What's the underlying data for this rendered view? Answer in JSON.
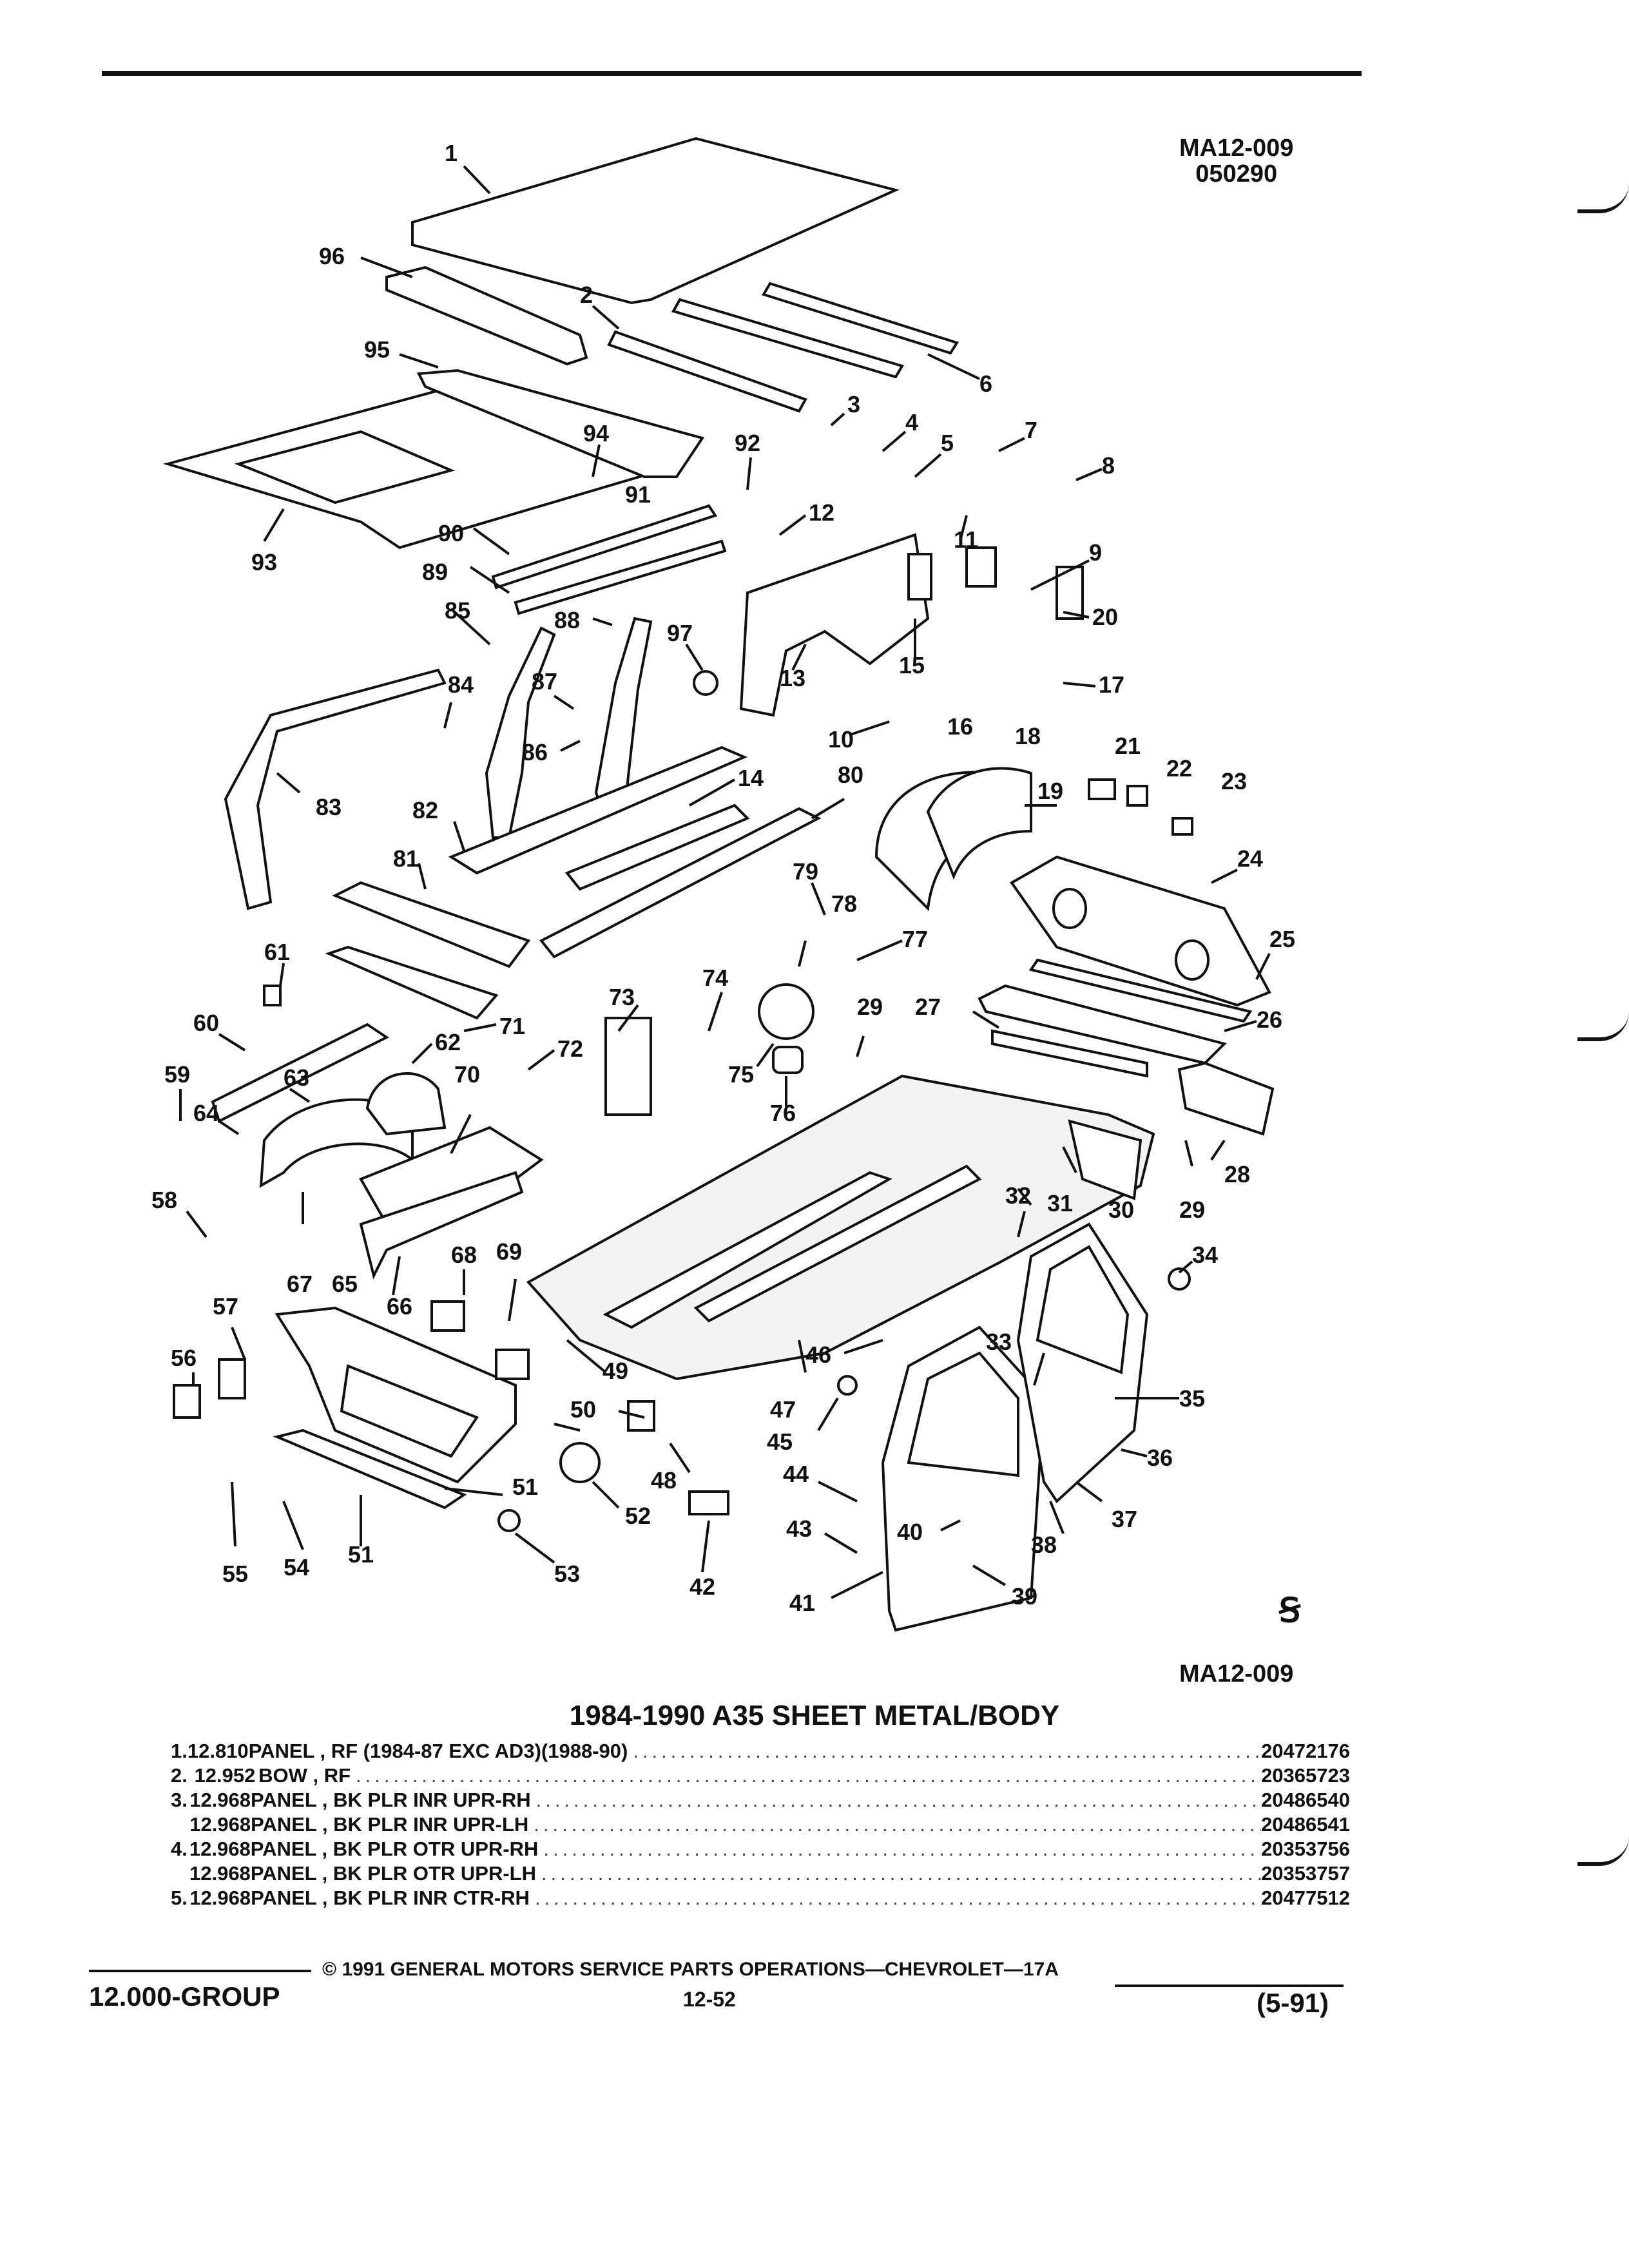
{
  "header": {
    "code": "MA12-009",
    "date": "050290"
  },
  "diagram": {
    "footer_code": "MA12-009",
    "callouts": [
      "1",
      "2",
      "3",
      "4",
      "5",
      "6",
      "7",
      "8",
      "9",
      "10",
      "11",
      "12",
      "13",
      "14",
      "15",
      "16",
      "17",
      "18",
      "19",
      "20",
      "21",
      "22",
      "23",
      "24",
      "25",
      "26",
      "27",
      "28",
      "29",
      "29",
      "30",
      "31",
      "32",
      "33",
      "34",
      "35",
      "36",
      "37",
      "38",
      "39",
      "40",
      "41",
      "42",
      "43",
      "44",
      "45",
      "46",
      "47",
      "48",
      "49",
      "50",
      "51",
      "51",
      "52",
      "53",
      "54",
      "55",
      "56",
      "57",
      "58",
      "59",
      "60",
      "61",
      "62",
      "63",
      "64",
      "65",
      "66",
      "67",
      "68",
      "69",
      "70",
      "71",
      "72",
      "73",
      "74",
      "75",
      "76",
      "77",
      "78",
      "79",
      "80",
      "81",
      "82",
      "83",
      "84",
      "85",
      "86",
      "87",
      "88",
      "89",
      "90",
      "91",
      "92",
      "93",
      "94",
      "95",
      "96",
      "97"
    ]
  },
  "title": "1984-1990 A35 SHEET METAL/BODY",
  "parts": [
    {
      "num": "1.",
      "group": "12.810",
      "desc": "PANEL , RF (1984-87 EXC AD3)(1988-90)",
      "part_no": "20472176"
    },
    {
      "num": "2.",
      "group": "12.952",
      "desc": "BOW , RF",
      "part_no": "20365723"
    },
    {
      "num": "3.",
      "group": "12.968",
      "desc": "PANEL , BK PLR INR UPR-RH",
      "part_no": "20486540"
    },
    {
      "num": "",
      "group": "12.968",
      "desc": "PANEL , BK PLR INR UPR-LH",
      "part_no": "20486541"
    },
    {
      "num": "4.",
      "group": "12.968",
      "desc": "PANEL , BK PLR OTR UPR-RH",
      "part_no": "20353756"
    },
    {
      "num": "",
      "group": "12.968",
      "desc": "PANEL , BK PLR OTR UPR-LH",
      "part_no": "20353757"
    },
    {
      "num": "5.",
      "group": "12.968",
      "desc": "PANEL , BK PLR INR CTR-RH",
      "part_no": "20477512"
    }
  ],
  "footer": {
    "copyright": "© 1991 GENERAL MOTORS SERVICE PARTS OPERATIONS—CHEVROLET—17A",
    "group": "12.000-GROUP",
    "page": "12-52",
    "revision": "(5-91)",
    "logo": "Ꞩ"
  }
}
